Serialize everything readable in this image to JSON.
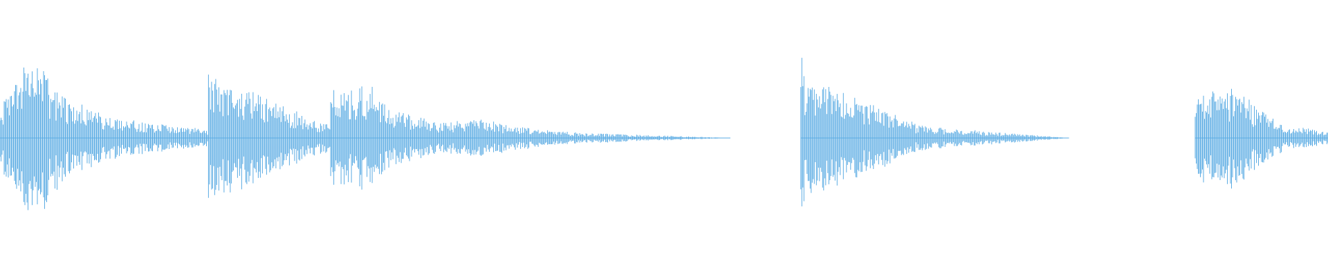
{
  "colors": {
    "background": "#ffffff",
    "waveform": "#5aabe3"
  },
  "chart_data": {
    "type": "area",
    "title": "",
    "xlabel": "",
    "ylabel": "",
    "ylim": [
      -1,
      1
    ],
    "grid": false,
    "legend": "none",
    "segments": [
      {
        "name": "",
        "decay_points": [
          {
            "t": 0.0,
            "amp": 0.38
          },
          {
            "t": 0.012,
            "amp": 0.85
          },
          {
            "t": 0.022,
            "amp": 1.0
          },
          {
            "t": 0.033,
            "amp": 0.95
          },
          {
            "t": 0.048,
            "amp": 0.55
          },
          {
            "t": 0.075,
            "amp": 0.35
          },
          {
            "t": 0.105,
            "amp": 0.22
          },
          {
            "t": 0.14,
            "amp": 0.15
          },
          {
            "t": 0.157,
            "amp": 0.12
          }
        ],
        "start": 0.0,
        "end": 0.157
      },
      {
        "name": "",
        "decay_points": [
          {
            "t": 0.157,
            "amp": 0.92
          },
          {
            "t": 0.165,
            "amp": 0.78
          },
          {
            "t": 0.19,
            "amp": 0.65
          },
          {
            "t": 0.215,
            "amp": 0.42
          },
          {
            "t": 0.235,
            "amp": 0.25
          },
          {
            "t": 0.249,
            "amp": 0.2
          }
        ],
        "start": 0.157,
        "end": 0.249
      },
      {
        "name": "",
        "decay_points": [
          {
            "t": 0.249,
            "amp": 0.78
          },
          {
            "t": 0.26,
            "amp": 0.68
          },
          {
            "t": 0.28,
            "amp": 0.72
          },
          {
            "t": 0.295,
            "amp": 0.38
          },
          {
            "t": 0.33,
            "amp": 0.22
          },
          {
            "t": 0.36,
            "amp": 0.25
          },
          {
            "t": 0.4,
            "amp": 0.14
          },
          {
            "t": 0.42,
            "amp": 0.09
          },
          {
            "t": 0.47,
            "amp": 0.05
          },
          {
            "t": 0.52,
            "amp": 0.02
          },
          {
            "t": 0.55,
            "amp": 0.0
          }
        ],
        "start": 0.249,
        "end": 0.55
      },
      {
        "name": "",
        "decay_points": [
          {
            "t": 0.603,
            "amp": 1.3
          },
          {
            "t": 0.607,
            "amp": 0.8
          },
          {
            "t": 0.62,
            "amp": 0.72
          },
          {
            "t": 0.65,
            "amp": 0.5
          },
          {
            "t": 0.68,
            "amp": 0.28
          },
          {
            "t": 0.69,
            "amp": 0.18
          },
          {
            "t": 0.72,
            "amp": 0.12
          },
          {
            "t": 0.76,
            "amp": 0.07
          },
          {
            "t": 0.805,
            "amp": 0.0
          }
        ],
        "start": 0.603,
        "end": 0.805
      },
      {
        "name": "",
        "decay_points": [
          {
            "t": 0.9,
            "amp": 0.5
          },
          {
            "t": 0.905,
            "amp": 0.62
          },
          {
            "t": 0.925,
            "amp": 0.72
          },
          {
            "t": 0.945,
            "amp": 0.45
          },
          {
            "t": 0.965,
            "amp": 0.2
          },
          {
            "t": 1.0,
            "amp": 0.08
          }
        ],
        "start": 0.9,
        "end": 1.0
      }
    ]
  }
}
